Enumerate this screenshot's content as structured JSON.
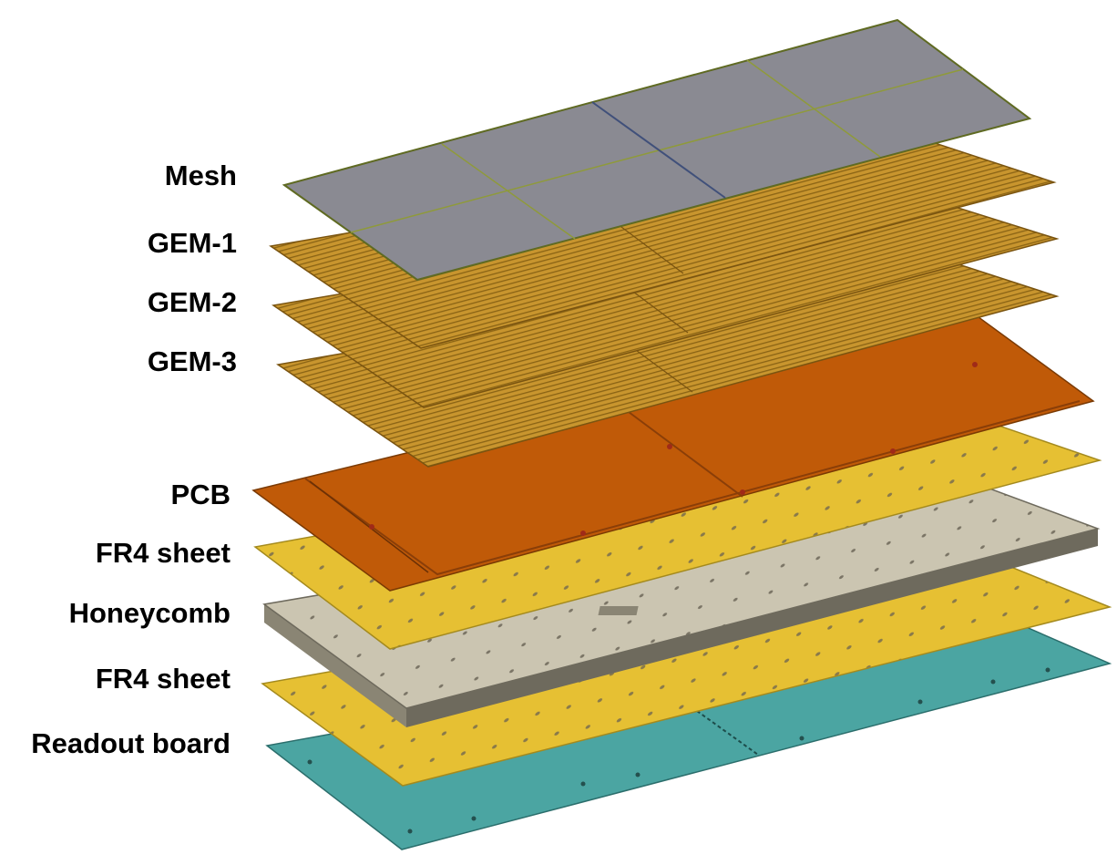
{
  "labels": {
    "mesh": "Mesh",
    "gem1": "GEM-1",
    "gem2": "GEM-2",
    "gem3": "GEM-3",
    "pcb": "PCB",
    "fr4_top": "FR4 sheet",
    "honeycomb": "Honeycomb",
    "fr4_bottom": "FR4 sheet",
    "readout": "Readout board"
  },
  "colors": {
    "mesh": "#8a8a92",
    "gem": "#c8952e",
    "pcb": "#c05a08",
    "fr4": "#e6c033",
    "honeycomb": "#cbc5b1",
    "readout": "#4ba5a2"
  }
}
